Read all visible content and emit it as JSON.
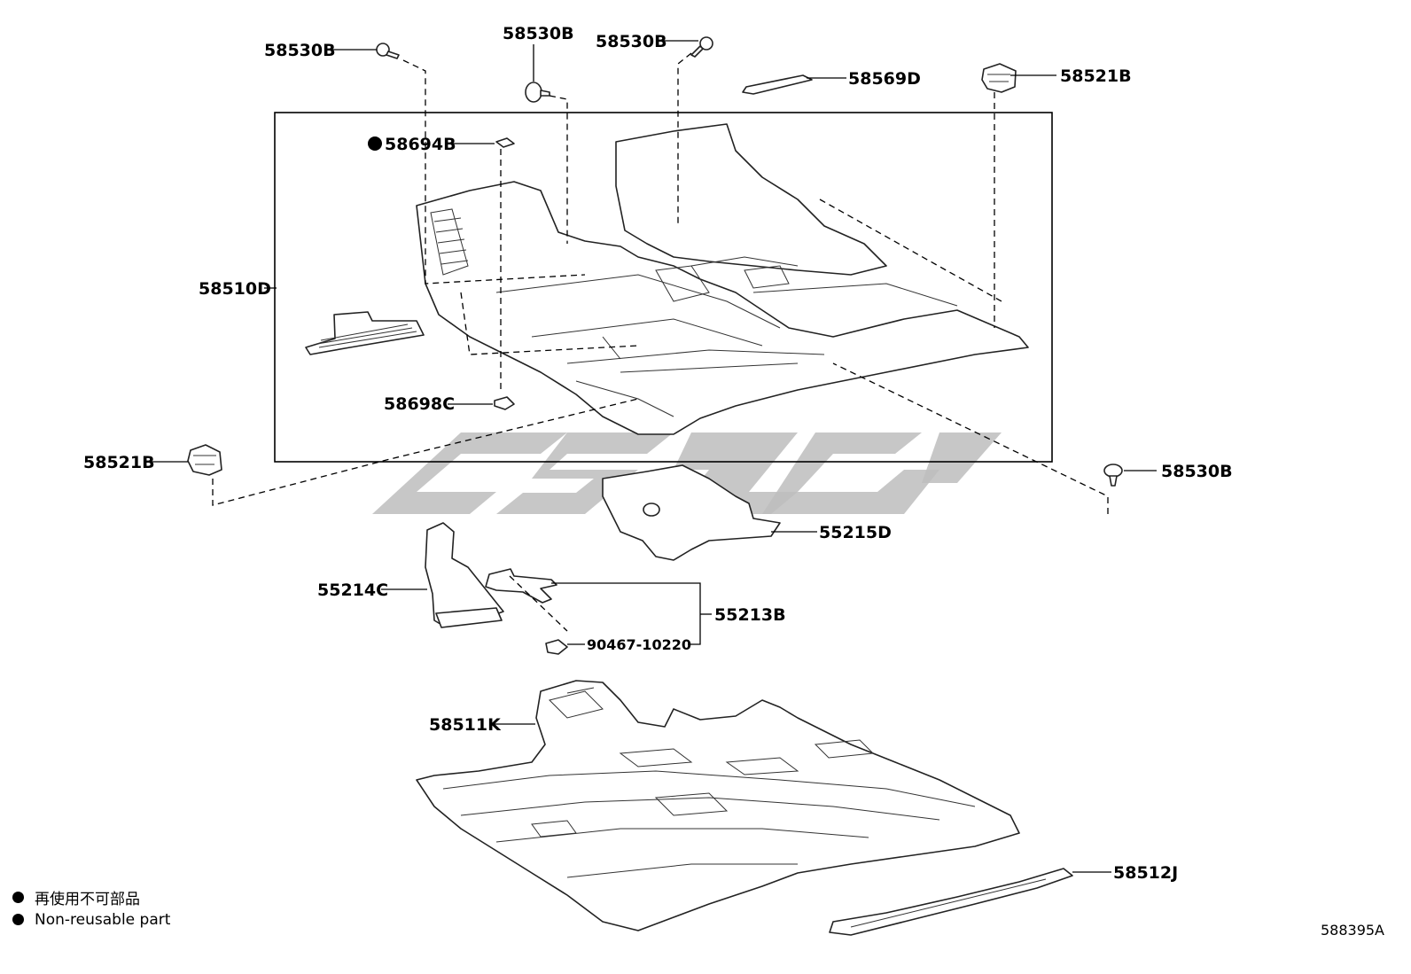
{
  "labels": {
    "p58530B_a": "58530B",
    "p58530B_b": "58530B",
    "p58530B_c": "58530B",
    "p58530B_d": "58530B",
    "p58569D": "58569D",
    "p58521B_a": "58521B",
    "p58521B_b": "58521B",
    "p58694B": "58694B",
    "p58510D": "58510D",
    "p58698C": "58698C",
    "p55215D": "55215D",
    "p55214C": "55214C",
    "p55213B": "55213B",
    "p90467": "90467-10220",
    "p58511K": "58511K",
    "p58512J": "58512J"
  },
  "legend": {
    "japanese": "再使用不可部品",
    "english": "Non-reusable part"
  },
  "diagram_code": "588395A",
  "colors": {
    "line": "#000000",
    "watermark": "#bdbdbd"
  }
}
